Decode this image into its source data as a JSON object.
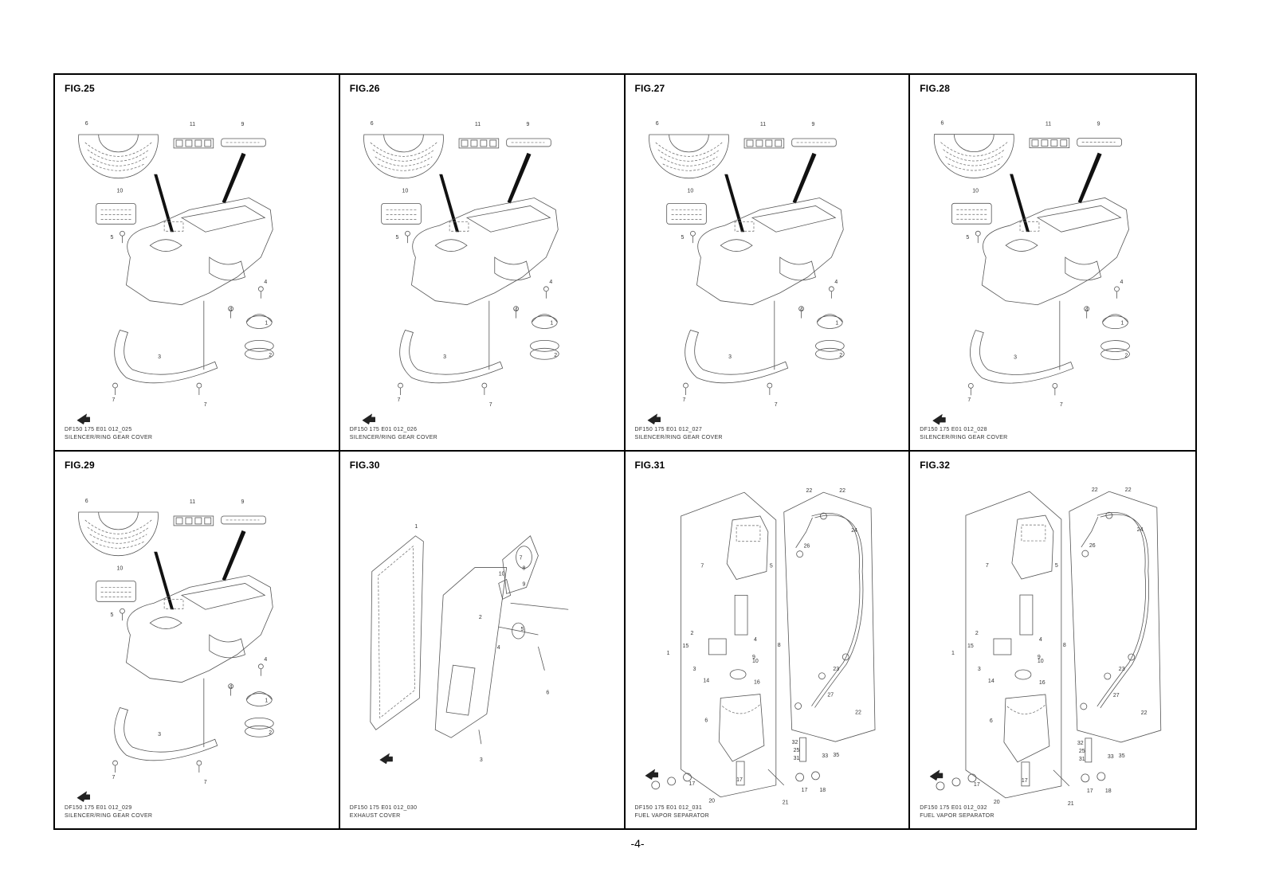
{
  "page": {
    "number": "-4-"
  },
  "figures": [
    {
      "id": "fig25",
      "title": "FIG.25",
      "code": "DF150 175 E01 012_025",
      "caption": "SILENCER/RING GEAR COVER",
      "type": "cover"
    },
    {
      "id": "fig26",
      "title": "FIG.26",
      "code": "DF150 175 E01 012_026",
      "caption": "SILENCER/RING GEAR COVER",
      "type": "cover"
    },
    {
      "id": "fig27",
      "title": "FIG.27",
      "code": "DF150 175 E01 012_027",
      "caption": "SILENCER/RING GEAR COVER",
      "type": "cover"
    },
    {
      "id": "fig28",
      "title": "FIG.28",
      "code": "DF150 175 E01 012_028",
      "caption": "SILENCER/RING GEAR COVER",
      "type": "cover"
    },
    {
      "id": "fig29",
      "title": "FIG.29",
      "code": "DF150 175 E01 012_029",
      "caption": "SILENCER/RING GEAR COVER",
      "type": "cover"
    },
    {
      "id": "fig30",
      "title": "FIG.30",
      "code": "DF150 175 E01 012_030",
      "caption": "EXHAUST COVER",
      "type": "exhaust"
    },
    {
      "id": "fig31",
      "title": "FIG.31",
      "code": "DF150 175 E01 012_031",
      "caption": "FUEL VAPOR SEPARATOR",
      "type": "fuel"
    },
    {
      "id": "fig32",
      "title": "FIG.32",
      "code": "DF150 175 E01 012_032",
      "caption": "FUEL VAPOR SEPARATOR",
      "type": "fuel"
    }
  ],
  "callouts": {
    "cover": [
      "1",
      "2",
      "3",
      "4",
      "4",
      "5",
      "6",
      "7",
      "7",
      "9",
      "10",
      "11"
    ],
    "exhaust": [
      "1",
      "2",
      "3",
      "4",
      "5",
      "6",
      "7",
      "8",
      "9",
      "10"
    ],
    "fuel": [
      "1",
      "2",
      "3",
      "4",
      "5",
      "6",
      "7",
      "8",
      "9",
      "10",
      "14",
      "15",
      "16",
      "17",
      "17",
      "17",
      "18",
      "20",
      "21",
      "22",
      "22",
      "22",
      "23",
      "24",
      "25",
      "26",
      "27",
      "31",
      "32",
      "33",
      "35"
    ]
  },
  "icons": {
    "front_arrow": "front-arrow-icon"
  }
}
